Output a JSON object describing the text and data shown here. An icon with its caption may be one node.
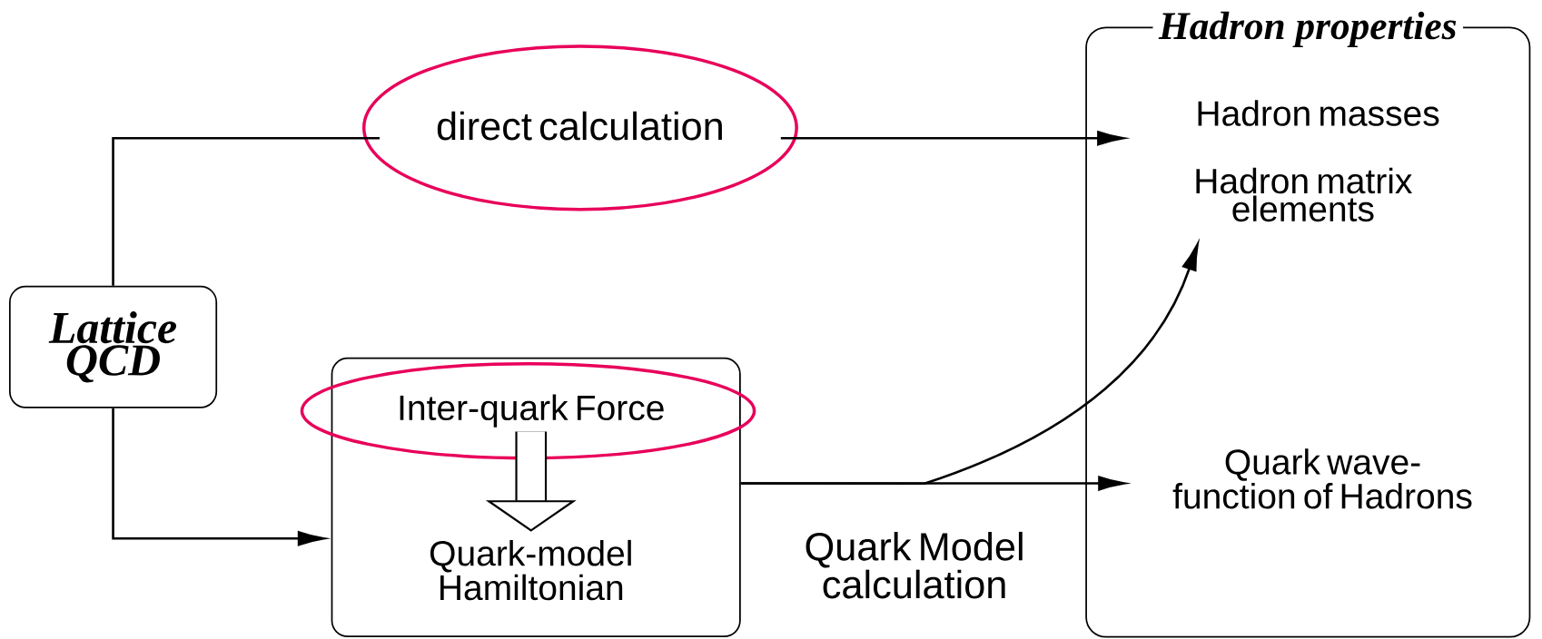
{
  "diagram": {
    "nodes": [
      {
        "text": [
          "Lattice QCD"
        ]
      },
      {
        "text": [
          "Hadron properties"
        ]
      },
      {
        "text": [
          "Hadron masses"
        ],
        "in": 1
      },
      {
        "text": [
          "Hadron matrix elements"
        ],
        "in": 1
      },
      {
        "text": [
          "Quark wave-function of Hadrons"
        ],
        "in": 1
      },
      {
        "text": [],
        "shape": "box"
      },
      {
        "text": [
          "Inter-quark Force"
        ],
        "in": 5
      },
      {
        "text": [
          "Quark-model Hamiltonian"
        ],
        "in": 5
      }
    ],
    "edges": [
      {
        "from": 0,
        "to": 2,
        "arrow": "to",
        "label": "direct calculation"
      },
      {
        "from": 0,
        "to": 5,
        "arrow": "to"
      },
      {
        "from": 6,
        "to": 7,
        "arrow": "to",
        "style": "thick"
      },
      {
        "from": 5,
        "to": 4,
        "arrow": "to",
        "label": "Quark Model calculation"
      },
      {
        "from": 5,
        "to": 3,
        "arrow": "to"
      }
    ]
  }
}
